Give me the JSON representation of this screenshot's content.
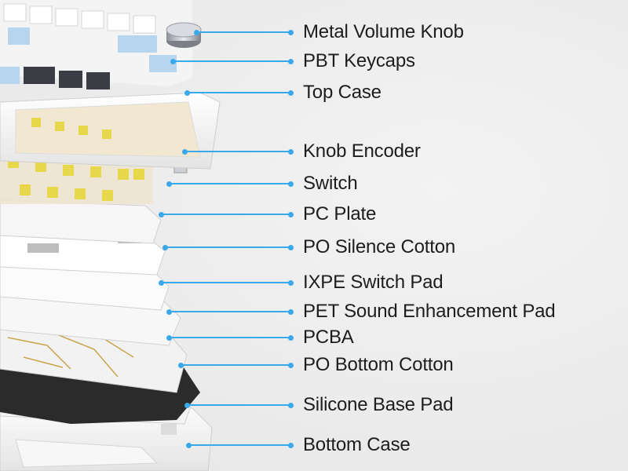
{
  "colors": {
    "leader": "#3aa9ea",
    "label_text": "#1d1d1d",
    "keycap_blue": "#b7d6ee",
    "keycap_dark": "#3a3d43",
    "switch_yellow": "#e6d84a",
    "pcb_dark": "#2a2a2a"
  },
  "icon": "exploded-keyboard-layers",
  "labels": [
    "Metal Volume Knob",
    "PBT Keycaps",
    "Top Case",
    "Knob Encoder",
    "Switch",
    "PC Plate",
    "PO Silence Cotton",
    "IXPE Switch Pad",
    "PET Sound Enhancement Pad",
    "PCBA",
    "PO Bottom Cotton",
    "Silicone Base Pad",
    "Bottom Case"
  ]
}
